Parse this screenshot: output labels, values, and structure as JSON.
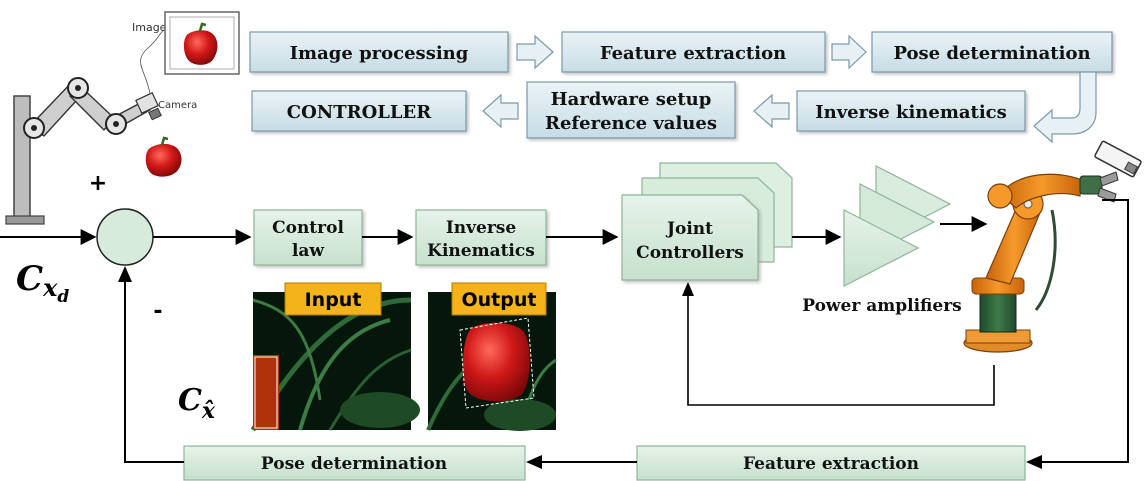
{
  "top_pipeline": {
    "image_processing": "Image processing",
    "feature_extraction": "Feature extraction",
    "pose_determination": "Pose determination",
    "inverse_kinematics": "Inverse kinematics",
    "hardware_setup_line1": "Hardware setup",
    "hardware_setup_line2": "Reference values",
    "controller": "CONTROLLER"
  },
  "camera_setup": {
    "image_label": "Image",
    "camera_label": "Camera"
  },
  "control_loop": {
    "control_law_line1": "Control",
    "control_law_line2": "law",
    "inverse_kinematics_line1": "Inverse",
    "inverse_kinematics_line2": "Kinematics",
    "joint_controllers_line1": "Joint",
    "joint_controllers_line2": "Controllers",
    "power_amplifiers": "Power amplifiers",
    "plus_sign": "+",
    "minus_sign": "-",
    "desired_symbol": "C",
    "desired_subscript": "x",
    "desired_subsubscript": "d",
    "measured_symbol": "C",
    "measured_subscript": "x̂"
  },
  "feedback": {
    "feature_extraction": "Feature extraction",
    "pose_determination": "Pose determination"
  },
  "thumbnails": {
    "input_tag": "Input",
    "output_tag": "Output"
  },
  "colors": {
    "top_box_fill": "#d9e8ee",
    "top_box_stroke": "#7b9aa8",
    "loop_box_fill": "#d7ebdc",
    "loop_box_stroke": "#8fb39a",
    "tag_fill": "#f5b31a",
    "robot_orange": "#f08a1e",
    "pepper_red": "#d01818"
  }
}
